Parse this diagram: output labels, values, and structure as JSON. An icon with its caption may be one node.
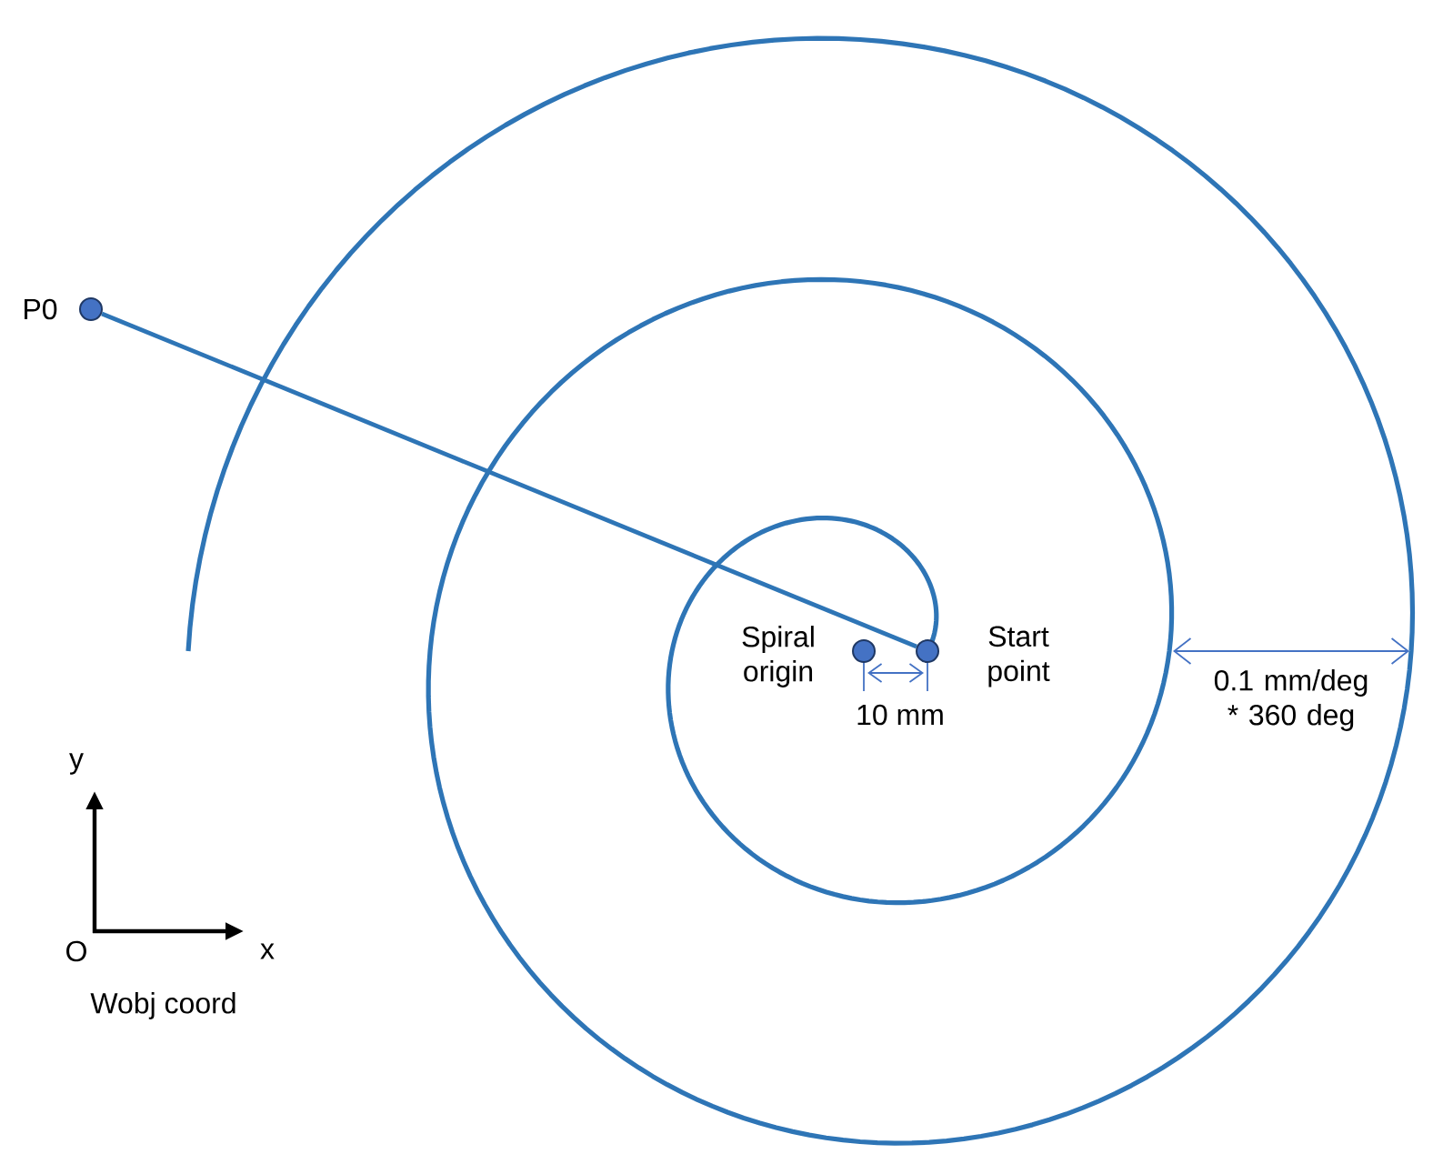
{
  "diagram": {
    "nodes": [
      {
        "text": [],
        "shape": "circle",
        "beside": [
          "P0"
        ]
      },
      {
        "text": [],
        "shape": "circle",
        "beside": [
          "Spiral origin"
        ]
      },
      {
        "text": [],
        "shape": "circle",
        "beside": [
          "Start point"
        ]
      }
    ],
    "edges": [
      {
        "from": 0,
        "to": 2,
        "arrow": "none"
      }
    ],
    "labels": [
      "10 mm",
      "0.1 mm/deg * 360 deg",
      "y",
      "O",
      "x",
      "Wobj coord"
    ]
  }
}
